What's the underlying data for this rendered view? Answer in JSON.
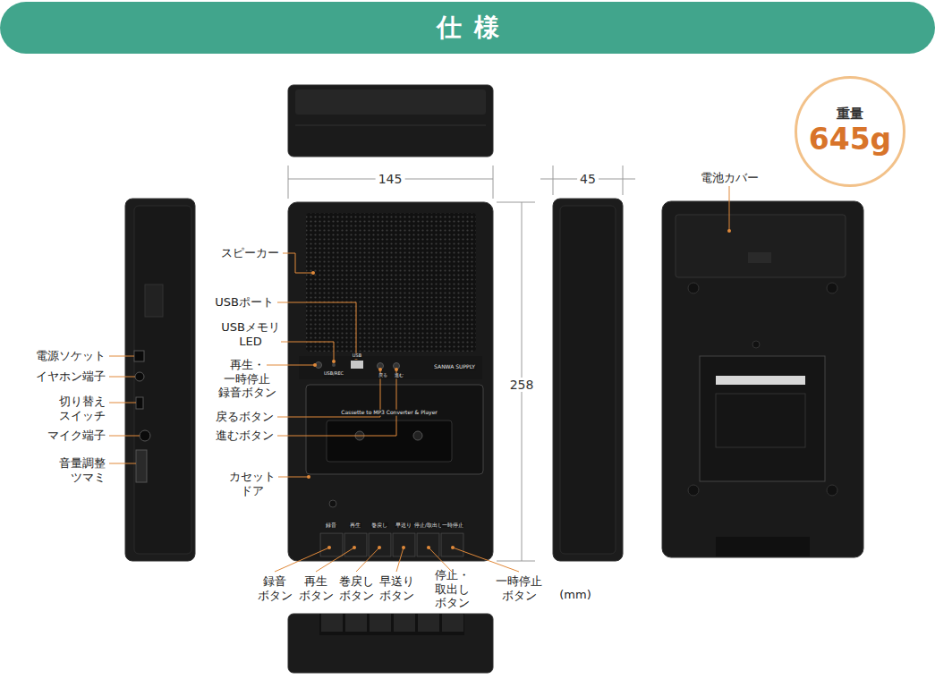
{
  "diagram": {
    "title": "仕様",
    "nodes": [
      {
        "text": [
          "重量",
          "645g"
        ]
      }
    ],
    "labels": [
      "145",
      "45",
      "258",
      "(mm)",
      "電池カバー",
      "スピーカー",
      "USBポート",
      "USBメモリ LED",
      "再生・ 一時停止 録音ボタン",
      "戻るボタン",
      "進むボタン",
      "カセット ドア",
      "電源ソケット",
      "イヤホン端子",
      "切り替え スイッチ",
      "マイク端子",
      "音量調整 ツマミ",
      "録音 ボタン",
      "再生 ボタン",
      "巻戻し ボタン",
      "早送り ボタン",
      "停止・取出し ボタン",
      "一時停止 ボタン",
      "SANWA SUPPLY",
      "Cassette to MP3 Converter & Player",
      "USB",
      "USB/REC",
      "戻る",
      "進む",
      "録音",
      "再生",
      "巻戻し",
      "早送り",
      "停止/取出し",
      "一時停止"
    ]
  }
}
